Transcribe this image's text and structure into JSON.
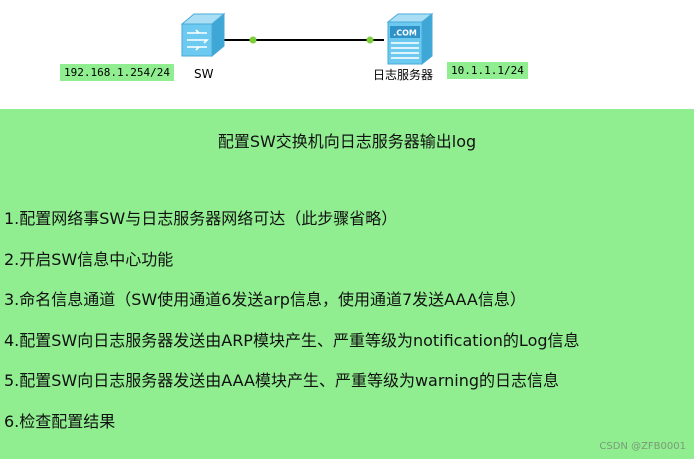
{
  "topology": {
    "switch": {
      "label": "SW",
      "ip": "192.168.1.254/24"
    },
    "server": {
      "label": "日志服务器",
      "ip": "10.1.1.1/24",
      "badge": ".COM"
    }
  },
  "panel": {
    "title": "配置SW交换机向日志服务器输出log",
    "steps": [
      "1.配置网络事SW与日志服务器网络可达（此步骤省略）",
      "2.开启SW信息中心功能",
      "3.命名信息通道（SW使用通道6发送arp信息，使用通道7发送AAA信息）",
      "4.配置SW向日志服务器发送由ARP模块产生、严重等级为notification的Log信息",
      "5.配置SW向日志服务器发送由AAA模块产生、严重等级为warning的日志信息",
      "6.检查配置结果"
    ]
  },
  "watermark": "CSDN @ZFB0001",
  "colors": {
    "panel": "#90ee90",
    "link": "#000000",
    "port_dot": "#7ccf3a",
    "device": "#5bc0e8"
  }
}
